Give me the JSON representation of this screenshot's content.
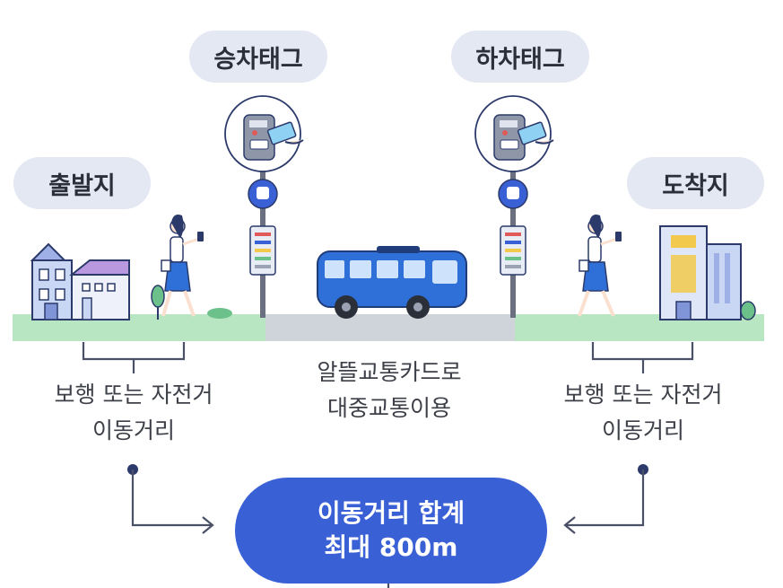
{
  "labels": {
    "boarding_tag": "승차태그",
    "alighting_tag": "하차태그",
    "origin": "출발지",
    "destination": "도착지"
  },
  "captions": {
    "walk_left": [
      "보행 또는 자전거",
      "이동거리"
    ],
    "transit": [
      "알뜰교통카드로",
      "대중교통이용"
    ],
    "walk_right": [
      "보행 또는 자전거",
      "이동거리"
    ]
  },
  "result": {
    "line1": "이동거리 합계",
    "line2": "최대 800m"
  },
  "colors": {
    "accent": "#3a60d6",
    "pill_bg": "#e3e8f3",
    "grass": "#b9e6c2",
    "road": "#cfd3da",
    "bus": "#2e6fd8"
  },
  "icons": [
    "card-reader-icon",
    "bus-stop-sign-icon",
    "bus-icon",
    "building-icon",
    "person-walking-icon"
  ]
}
